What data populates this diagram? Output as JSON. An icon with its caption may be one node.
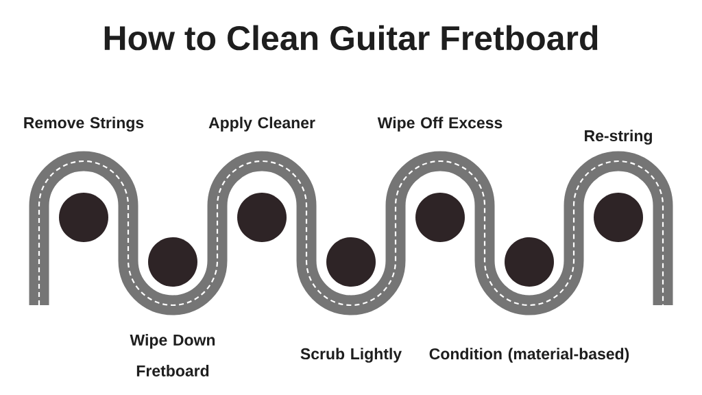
{
  "diagram": {
    "title": "How to Clean Guitar Fretboard",
    "nodes": [
      {
        "text": [],
        "shape": "circle",
        "beside": [
          "Remove Strings"
        ]
      },
      {
        "text": [],
        "shape": "circle",
        "beside": [
          "Wipe Down Fretboard"
        ]
      },
      {
        "text": [],
        "shape": "circle",
        "beside": [
          "Apply Cleaner"
        ]
      },
      {
        "text": [],
        "shape": "circle",
        "beside": [
          "Scrub Lightly"
        ]
      },
      {
        "text": [],
        "shape": "circle",
        "beside": [
          "Wipe Off Excess"
        ]
      },
      {
        "text": [],
        "shape": "circle",
        "beside": [
          "Condition (material-based)"
        ]
      },
      {
        "text": [],
        "shape": "circle",
        "beside": [
          "Re-string"
        ]
      }
    ]
  }
}
